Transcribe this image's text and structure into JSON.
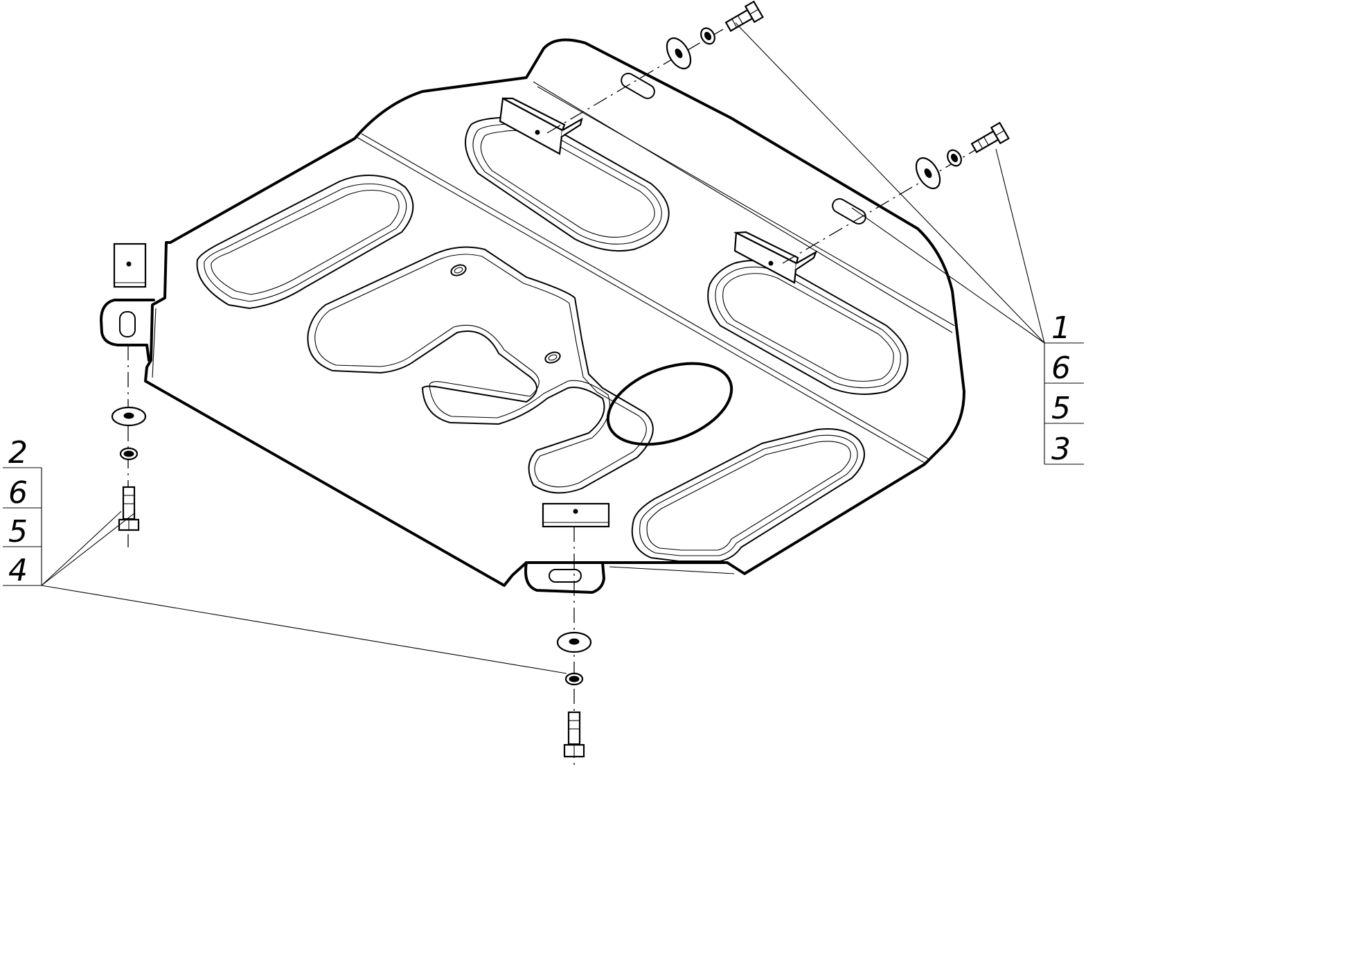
{
  "callouts": {
    "right": [
      "1",
      "6",
      "5",
      "3"
    ],
    "left": [
      "2",
      "6",
      "5",
      "4"
    ]
  },
  "parts": {
    "plate": "skid-plate",
    "bolts": "bolt",
    "washers": "flat-washer",
    "lock_washers": "spring-washer"
  }
}
